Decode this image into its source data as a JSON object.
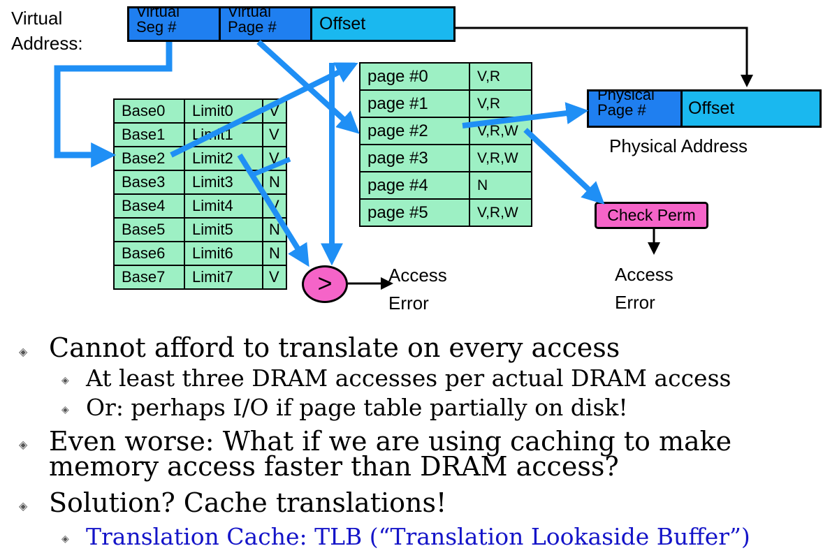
{
  "virtual_address": {
    "label_line1": "Virtual",
    "label_line2": "Address:",
    "seg_line1": "Virtual",
    "seg_line2": "Seg #",
    "page_line1": "Virtual",
    "page_line2": "Page #",
    "offset": "Offset"
  },
  "segment_table": [
    {
      "base": "Base0",
      "limit": "Limit0",
      "flag": "V"
    },
    {
      "base": "Base1",
      "limit": "Limit1",
      "flag": "V"
    },
    {
      "base": "Base2",
      "limit": "Limit2",
      "flag": "V"
    },
    {
      "base": "Base3",
      "limit": "Limit3",
      "flag": "N"
    },
    {
      "base": "Base4",
      "limit": "Limit4",
      "flag": "V"
    },
    {
      "base": "Base5",
      "limit": "Limit5",
      "flag": "N"
    },
    {
      "base": "Base6",
      "limit": "Limit6",
      "flag": "N"
    },
    {
      "base": "Base7",
      "limit": "Limit7",
      "flag": "V"
    }
  ],
  "page_table": [
    {
      "page": "page #0",
      "perm": "V,R"
    },
    {
      "page": "page #1",
      "perm": "V,R"
    },
    {
      "page": "page #2",
      "perm": "V,R,W"
    },
    {
      "page": "page #3",
      "perm": "V,R,W"
    },
    {
      "page": "page #4",
      "perm": "N"
    },
    {
      "page": "page #5",
      "perm": "V,R,W"
    }
  ],
  "physical_address": {
    "page_line1": "Physical",
    "page_line2": "Page #",
    "offset": "Offset",
    "label": "Physical Address"
  },
  "check_perm": "Check Perm",
  "compare_symbol": ">",
  "access_error_1": {
    "line1": "Access",
    "line2": "Error"
  },
  "access_error_2": {
    "line1": "Access",
    "line2": "Error"
  },
  "bullets": {
    "b1": "Cannot afford to translate on every access",
    "b1a": "At least three DRAM accesses per actual DRAM access",
    "b1b": "Or: perhaps I/O if page table partially on disk!",
    "b2_line1": "Even worse: What if we are using caching to make",
    "b2_line2": "memory access faster than DRAM access?",
    "b3": "Solution? Cache translations!",
    "b3a": "Translation Cache: TLB (“Translation Lookaside Buffer”)"
  },
  "colors": {
    "arrow_blue": "#1f8ff5",
    "seg_blue": "#1f7ff0",
    "offset_cyan": "#1ab8ef",
    "table_green": "#9df0c4",
    "pink": "#f564c8",
    "link_blue": "#1414c8"
  },
  "icons": {
    "bullet": "diamond-bullet-icon"
  }
}
